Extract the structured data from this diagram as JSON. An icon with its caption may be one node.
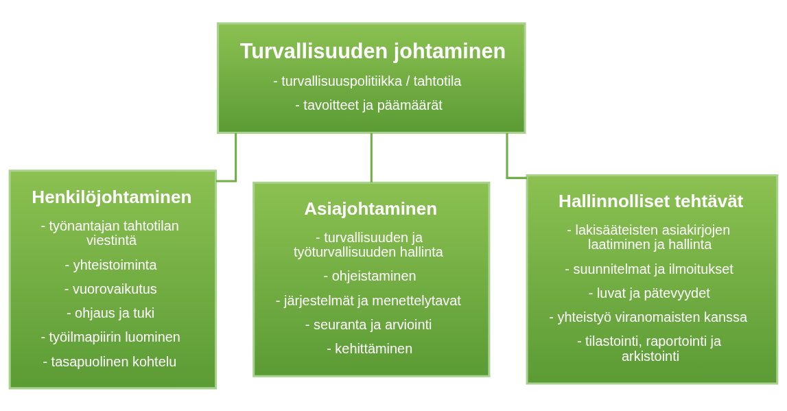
{
  "diagram": {
    "nodes": [
      {
        "text": [
          "Turvallisuuden johtaminen",
          "- turvallisuuspolitiikka / tahtotila",
          "- tavoitteet ja päämäärät"
        ]
      },
      {
        "text": [
          "Henkilöjohtaminen",
          "- työnantajan tahtotilan viestintä",
          "- yhteistoiminta",
          "- vuorovaikutus",
          "- ohjaus ja tuki",
          "- työilmapiirin luominen",
          "- tasapuolinen kohtelu"
        ]
      },
      {
        "text": [
          "Asiajohtaminen",
          "- turvallisuuden ja työturvallisuuden hallinta",
          "- ohjeistaminen",
          "- järjestelmät ja menettelytavat",
          "- seuranta ja arviointi",
          "- kehittäminen"
        ]
      },
      {
        "text": [
          "Hallinnolliset tehtävät",
          "- lakisääteisten asiakirjojen laatiminen ja hallinta",
          "- suunnitelmat ja ilmoitukset",
          "- luvat ja pätevyydet",
          "- yhteistyö viranomaisten kanssa",
          "- tilastointi, raportointi ja arkistointi"
        ]
      }
    ],
    "edges": [
      {
        "from": 0,
        "to": 1,
        "arrow": "none"
      },
      {
        "from": 0,
        "to": 2,
        "arrow": "none"
      },
      {
        "from": 0,
        "to": 3,
        "arrow": "none"
      }
    ]
  }
}
